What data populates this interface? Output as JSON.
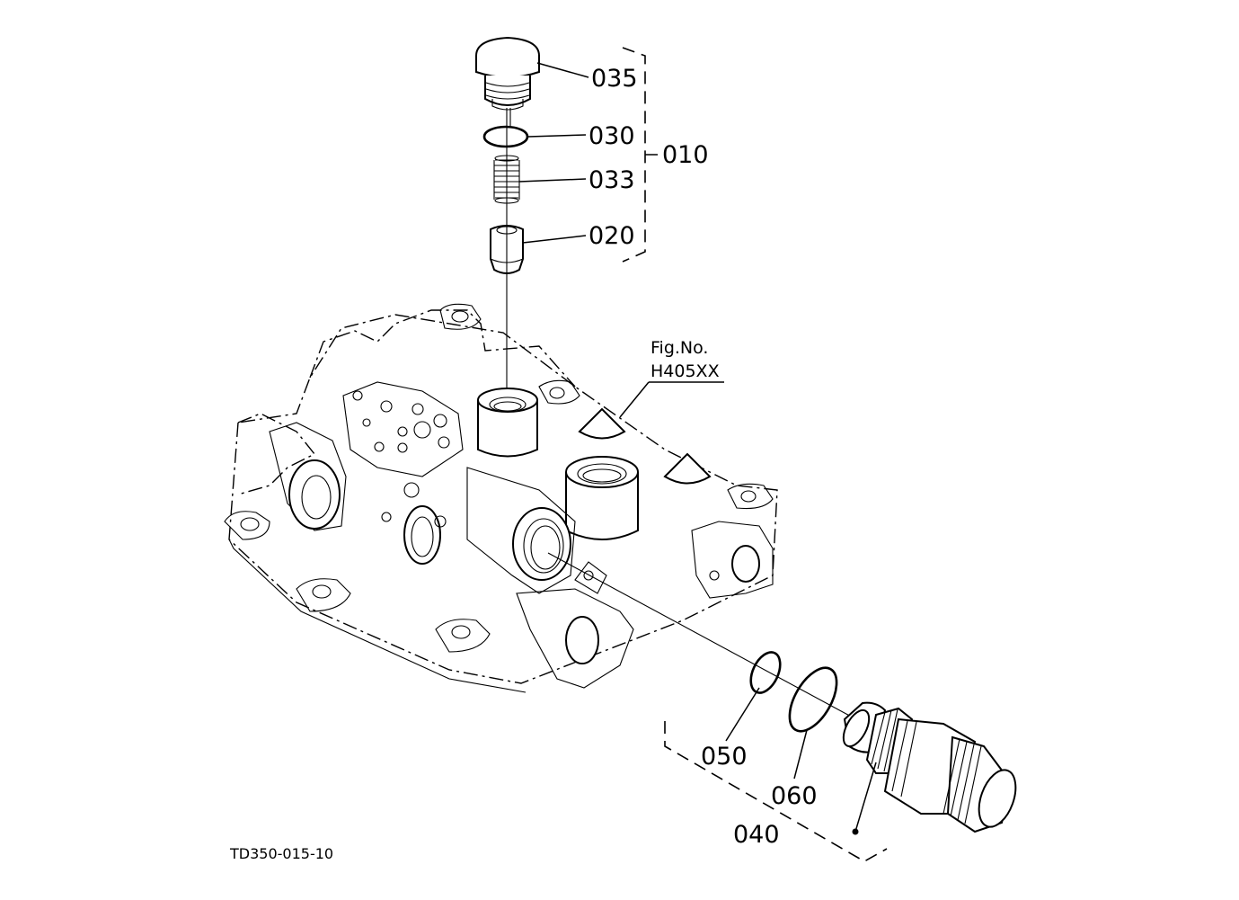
{
  "labels": {
    "p035": "035",
    "p030": "030",
    "p033": "033",
    "p020": "020",
    "p010": "010",
    "p050": "050",
    "p060": "060",
    "p040": "040"
  },
  "figure_ref": {
    "line1": "Fig.No.",
    "line2": "H405XX"
  },
  "drawing_code": "TD350-015-10"
}
